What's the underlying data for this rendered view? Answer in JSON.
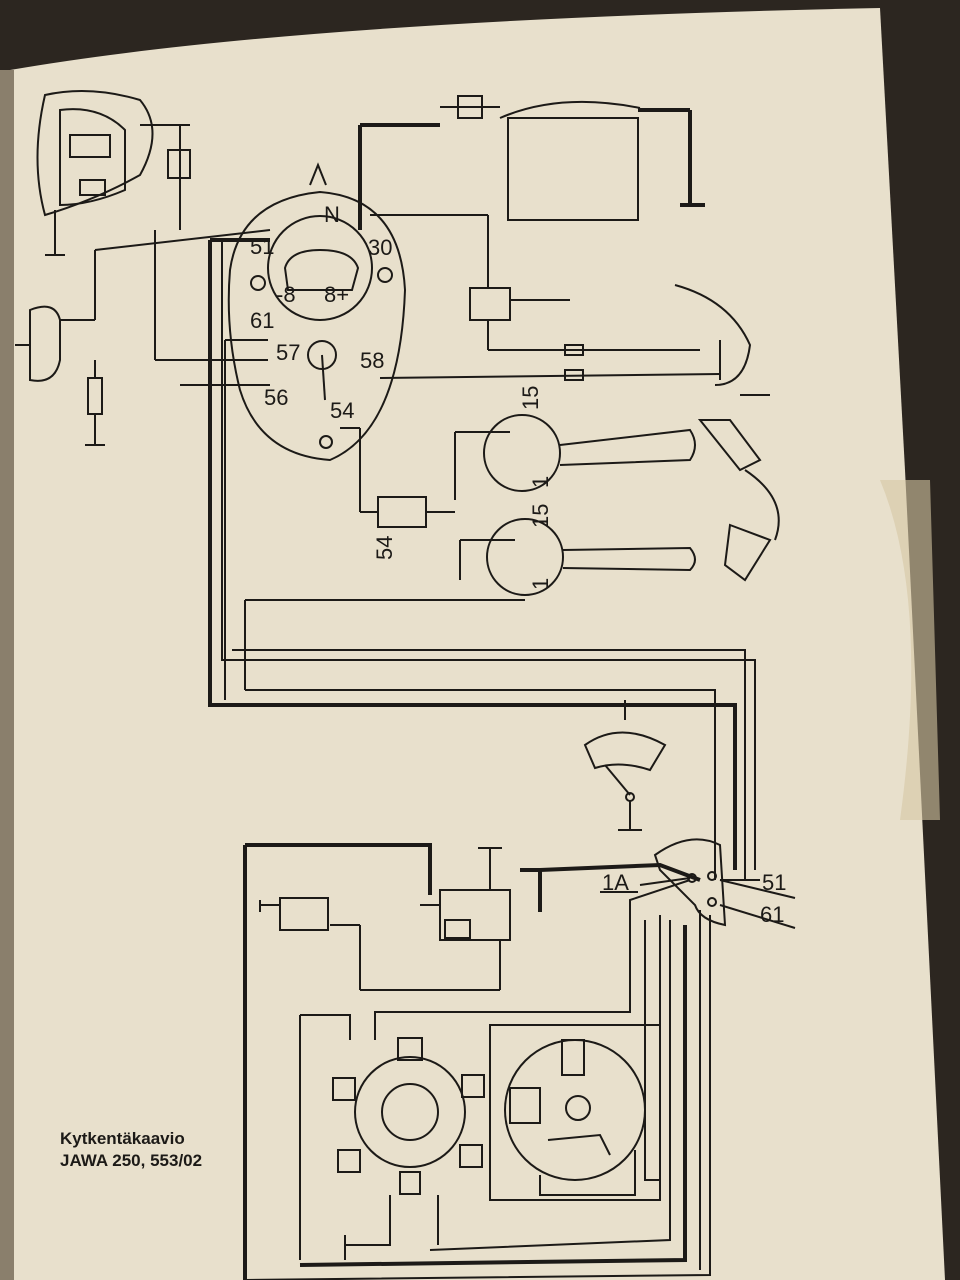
{
  "page": {
    "paper_color": "#e8e0cc",
    "ink_color": "#1c1a17",
    "background_color": "#2c2620"
  },
  "caption": {
    "title": "Kytkentäkaavio",
    "subtitle": "JAWA 250, 553/02"
  },
  "speedometer_terminals": {
    "n": "N",
    "t51": "51",
    "t30": "30",
    "minus8": "-8",
    "plus8": "8+",
    "t61": "61",
    "t57": "57",
    "t58": "58",
    "t56": "56",
    "t54": "54"
  },
  "coil_terminals": {
    "upper_15": "15",
    "upper_1": "1",
    "lower_15": "15",
    "lower_1": "1"
  },
  "switch_label": "54",
  "generator_terminals": {
    "t1a": "1A",
    "t51": "51",
    "t61": "61"
  }
}
